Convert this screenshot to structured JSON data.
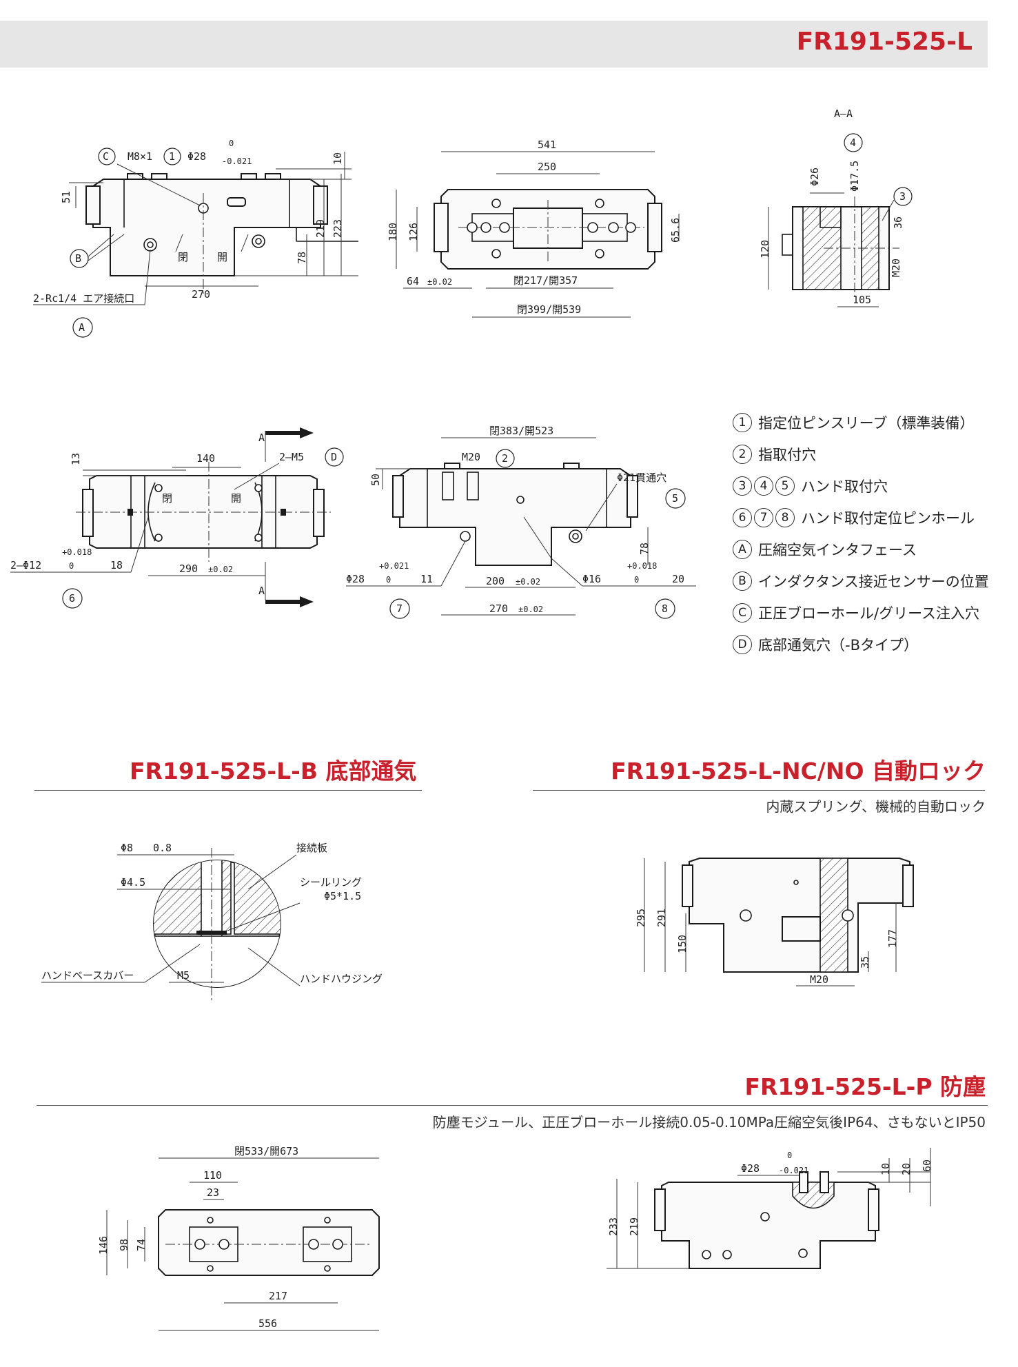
{
  "header": {
    "title": "FR191-525-L"
  },
  "legend": [
    {
      "marks": [
        "1"
      ],
      "text": "指定位ピンスリーブ（標準装備）"
    },
    {
      "marks": [
        "2"
      ],
      "text": "指取付穴"
    },
    {
      "marks": [
        "3",
        "4",
        "5"
      ],
      "text": "ハンド取付穴"
    },
    {
      "marks": [
        "6",
        "7",
        "8"
      ],
      "text": "ハンド取付定位ピンホール"
    },
    {
      "marks": [
        "A"
      ],
      "text": "圧縮空気インタフェース"
    },
    {
      "marks": [
        "B"
      ],
      "text": "インダクタンス接近センサーの位置"
    },
    {
      "marks": [
        "C"
      ],
      "text": "正圧ブローホール/グリース注入穴"
    },
    {
      "marks": [
        "D"
      ],
      "text": "底部通気穴（-Bタイプ）"
    }
  ],
  "sections": {
    "bottom_vent": {
      "title": "FR191-525-L-B 底部通気"
    },
    "auto_lock": {
      "title": "FR191-525-L-NC/NO 自動ロック",
      "subtitle": "内蔵スプリング、機械的自動ロック"
    },
    "dustproof": {
      "title": "FR191-525-L-P 防塵",
      "subtitle": "防塵モジュール、正圧ブローホール接続0.05-0.10MPa圧縮空気後IP64、さもないとIP50"
    }
  },
  "drawings": {
    "front": {
      "c": "C",
      "m8": "M8×1",
      "one": "1",
      "phi28": "Φ28",
      "tol0": "0",
      "tolm": "-0.021",
      "d10": "10",
      "d51": "51",
      "d219": "219",
      "d223": "223",
      "d78": "78",
      "d270": "270",
      "b": "B",
      "a": "A",
      "air": "2-Rc1/4 エア接続口",
      "close": "閉",
      "open": "開"
    },
    "top": {
      "d541": "541",
      "d250": "250",
      "d180": "180",
      "d126": "126",
      "d656": "65.6",
      "d64": "64",
      "tol64": "±0.02",
      "c217": "閉217/開357",
      "c399": "閉399/開539"
    },
    "aa": {
      "title": "A—A",
      "four": "4",
      "phi26": "Φ26",
      "phi175": "Φ17.5",
      "three": "3",
      "m20": "M20",
      "dep36": "36",
      "d120": "120",
      "d105": "105"
    },
    "bottom": {
      "a": "A",
      "d13": "13",
      "d140": "140",
      "m5": "2—M5",
      "d": "D",
      "pin": "2—Φ12",
      "tolp": "+0.018",
      "tol0": "0",
      "dep18": "18",
      "d290": "290",
      "tol290": "±0.02",
      "six": "6",
      "close": "閉",
      "open": "開"
    },
    "side": {
      "c383": "閉383/開523",
      "m20": "M20",
      "two": "2",
      "d50": "50",
      "phi21": "Φ21貫通穴",
      "five": "5",
      "phi28": "Φ28",
      "tolp": "+0.021",
      "tol0": "0",
      "dep11": "11",
      "seven": "7",
      "d200": "200",
      "tol": "±0.02",
      "d270": "270",
      "d78": "78",
      "phi16": "Φ16",
      "tolp16": "+0.018",
      "tol016": "0",
      "dep20": "20",
      "eight": "8"
    },
    "detail_b": {
      "phi8": "Φ8",
      "dep08": "0.8",
      "phi45": "Φ4.5",
      "plate": "接続板",
      "seal": "シールリング",
      "seal_size": "Φ5*1.5",
      "cover": "ハンドベースカバー",
      "m5": "M5",
      "housing": "ハンドハウジング"
    },
    "lock": {
      "d295": "295",
      "d291": "291",
      "d150": "150",
      "d177": "177",
      "d35": "35",
      "m20": "M20"
    },
    "dust_top": {
      "c533": "閉533/開673",
      "d110": "110",
      "d23": "23",
      "d146": "146",
      "d98": "98",
      "d74": "74",
      "d217": "217",
      "d556": "556"
    },
    "dust_side": {
      "phi28": "Φ28",
      "tol0": "0",
      "tolm": "-0.021",
      "d10": "10",
      "d20": "20",
      "d60": "60",
      "d233": "233",
      "d219": "219"
    }
  }
}
